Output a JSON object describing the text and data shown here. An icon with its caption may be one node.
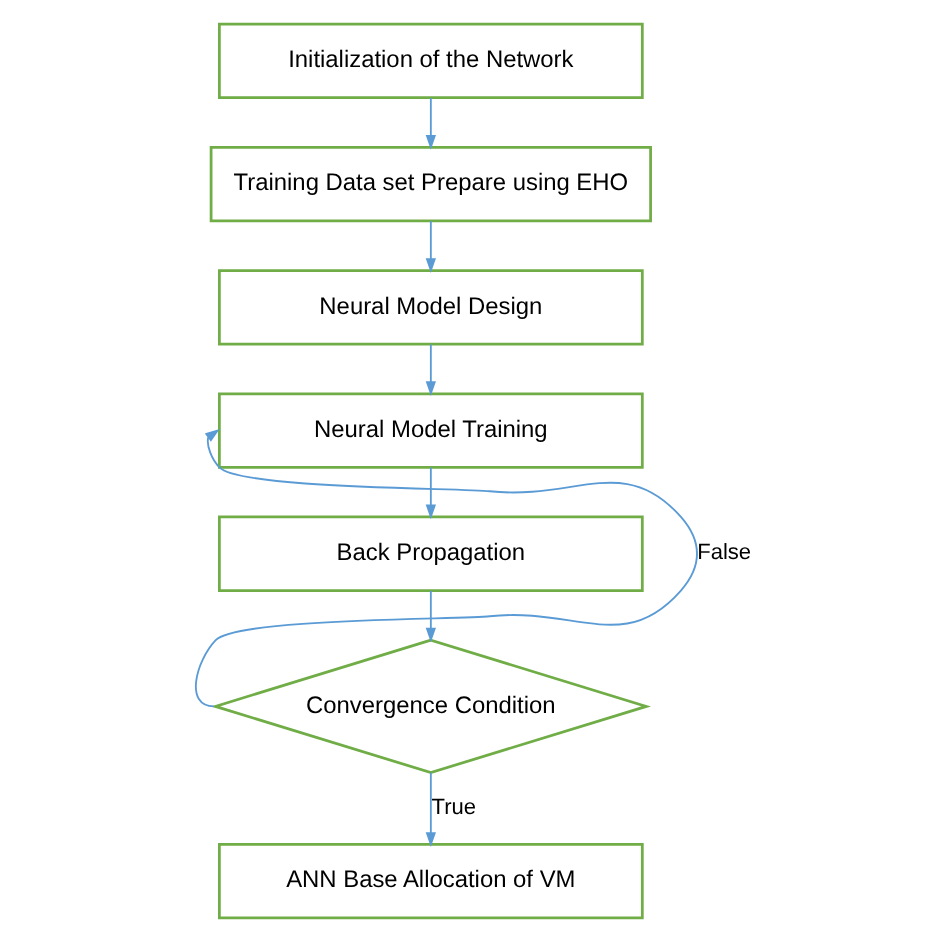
{
  "diagram": {
    "nodes": [
      {
        "text": [
          "Initialization of the Network"
        ]
      },
      {
        "text": [
          "Training Data set Prepare using EHO"
        ]
      },
      {
        "text": [
          "Neural Model Design"
        ]
      },
      {
        "text": [
          "Neural Model Training"
        ]
      },
      {
        "text": [
          "Back Propagation"
        ]
      },
      {
        "text": [
          "Convergence Condition"
        ]
      },
      {
        "text": [
          "ANN Base Allocation of VM"
        ]
      }
    ],
    "edges": [
      {
        "from": 0,
        "to": 1,
        "arrow": "to"
      },
      {
        "from": 1,
        "to": 2,
        "arrow": "to"
      },
      {
        "from": 2,
        "to": 3,
        "arrow": "to"
      },
      {
        "from": 3,
        "to": 4,
        "arrow": "to"
      },
      {
        "from": 4,
        "to": 5,
        "arrow": "to"
      },
      {
        "from": 5,
        "to": 3,
        "arrow": "to",
        "label": "False"
      },
      {
        "from": 5,
        "to": 6,
        "arrow": "to",
        "label": "True"
      }
    ]
  }
}
